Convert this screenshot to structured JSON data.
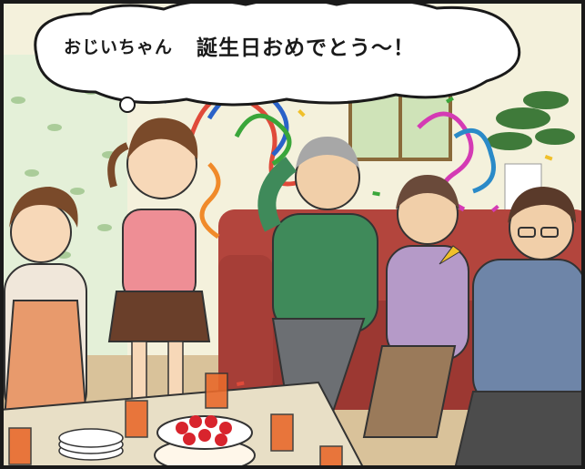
{
  "speech_bubble": {
    "line1": "おじいちゃん",
    "line2": "誕生日おめでとう～！"
  },
  "colors": {
    "wall": "#f4f1dc",
    "sofa": "#b3453d",
    "floor": "#d9c29a",
    "cake_strawberry": "#d8242d",
    "drink": "#e86a2c",
    "border": "#1a1a1a"
  },
  "figures": [
    {
      "id": "mother",
      "shirt": "#f0e7da",
      "apron": "#e89a6c"
    },
    {
      "id": "girl",
      "shirt": "#ee8e95",
      "skirt": "#6a3f2a"
    },
    {
      "id": "grandfather",
      "shirt": "#3f8a5a",
      "pants": "#6c6f73"
    },
    {
      "id": "grandmother",
      "shirt": "#b59ac8",
      "pants": "#9a7a5a"
    },
    {
      "id": "father",
      "shirt": "#6e85a8",
      "pants": "#4c4c4c"
    }
  ]
}
